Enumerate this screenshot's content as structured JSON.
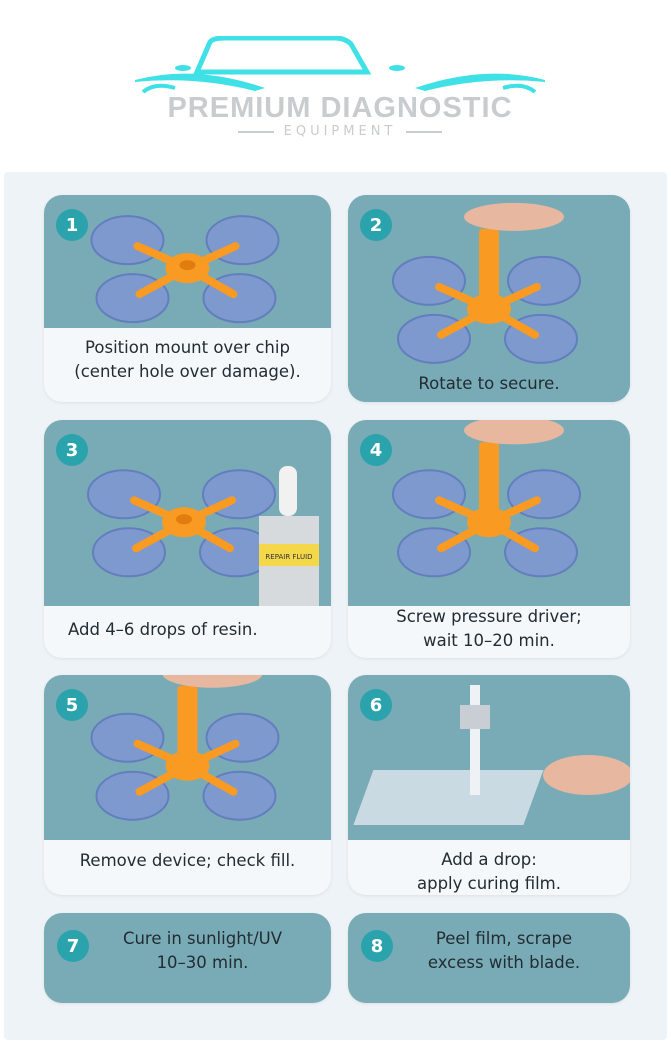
{
  "logo": {
    "brand": "PREMIUM DIAGNOSTIC",
    "sub": "EQUIPMENT",
    "car_color": "#3fe0e6",
    "text_color": "#c9ccce"
  },
  "colors": {
    "card": "#79abb7",
    "badge": "#2aa3ad",
    "caption_bg": "#f5f8fb",
    "mount": "#f99a22",
    "cup": "#7f93d6"
  },
  "steps": [
    {
      "num": "1",
      "caption": [
        "Position mount over chip",
        "(center hole over damage)."
      ]
    },
    {
      "num": "2",
      "caption": [
        "Rotate to secure."
      ]
    },
    {
      "num": "3",
      "caption": [
        "Add 4–6 drops of resin."
      ],
      "bottle_label": "REPAIR FLUID"
    },
    {
      "num": "4",
      "caption": [
        "Screw pressure driver;",
        "wait 10–20 min."
      ]
    },
    {
      "num": "5",
      "caption": [
        "Remove device; check fill."
      ]
    },
    {
      "num": "6",
      "caption": [
        "Add a drop:",
        "apply curing film."
      ]
    },
    {
      "num": "7",
      "caption": [
        "Cure in sunlight/UV",
        "10–30 min."
      ]
    },
    {
      "num": "8",
      "caption": [
        "Peel film, scrape",
        "excess with blade."
      ]
    }
  ]
}
